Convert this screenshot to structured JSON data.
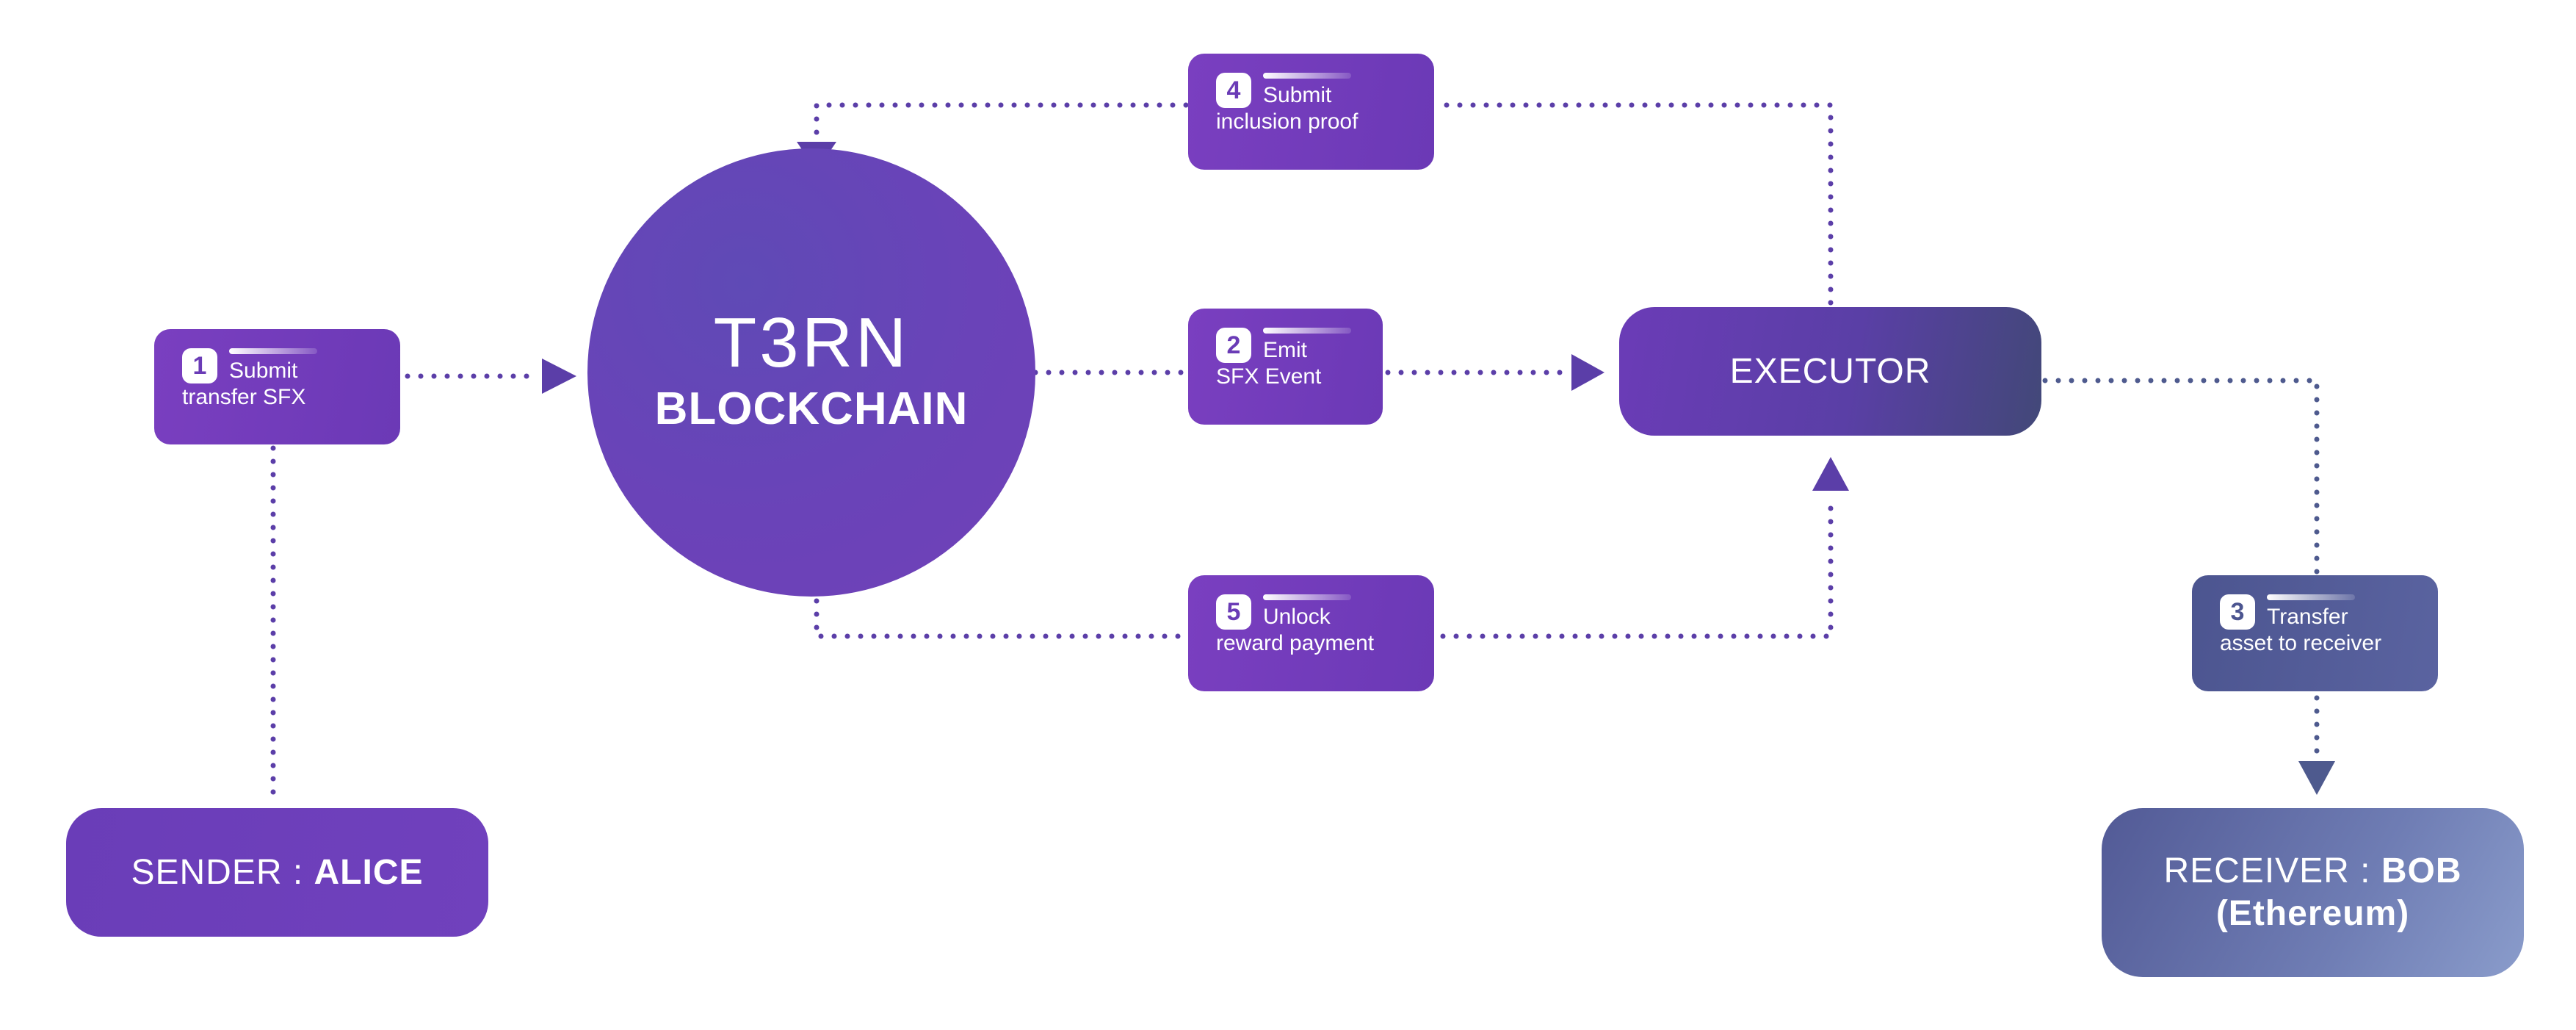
{
  "nodes": {
    "sender": {
      "label": "SENDER : ",
      "name": "ALICE"
    },
    "blockchain": {
      "title": "T3RN",
      "subtitle": "BLOCKCHAIN"
    },
    "executor": {
      "label": "EXECUTOR"
    },
    "receiver": {
      "label": "RECEIVER : ",
      "name": "BOB",
      "network": "(Ethereum)"
    }
  },
  "steps": [
    {
      "number": "1",
      "line1": "Submit",
      "line2": "transfer SFX"
    },
    {
      "number": "2",
      "line1": "Emit",
      "line2": "SFX Event"
    },
    {
      "number": "3",
      "line1": "Transfer",
      "line2": "asset to receiver"
    },
    {
      "number": "4",
      "line1": "Submit",
      "line2": "inclusion proof"
    },
    {
      "number": "5",
      "line1": "Unlock",
      "line2": "reward payment"
    }
  ],
  "colors": {
    "purple": "#6b3cb7",
    "purple_connector": "#5b3ea8",
    "blue": "#4c5590",
    "blue_connector": "#4e5a8e"
  }
}
